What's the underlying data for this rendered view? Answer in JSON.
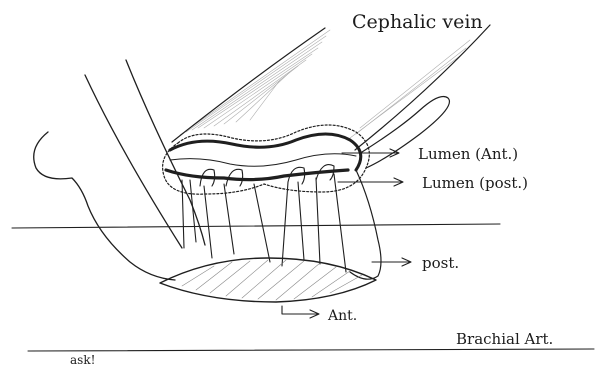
{
  "labels": {
    "cephalic_vein": "Cephalic vein",
    "lumen_ant": "Lumen (Ant.)",
    "lumen_post": "Lumen (post.)",
    "post": "post.",
    "ant": "Ant.",
    "brachial_art": "Brachial Art.",
    "signature": "ask!"
  },
  "colors": {
    "ink": "#1c1c1c",
    "pencil": "#6b6b6b",
    "paper": "#ffffff"
  }
}
